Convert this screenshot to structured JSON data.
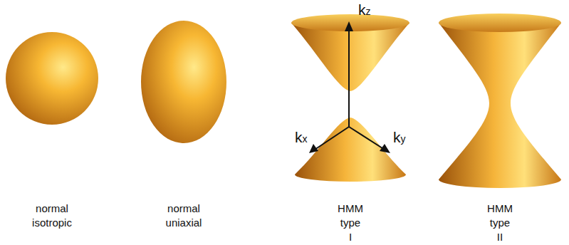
{
  "diagram": {
    "labels": [
      "kz",
      "kx",
      "ky",
      "normal isotropic",
      "normal uniaxial",
      "HMM type I",
      "HMM type II"
    ]
  }
}
